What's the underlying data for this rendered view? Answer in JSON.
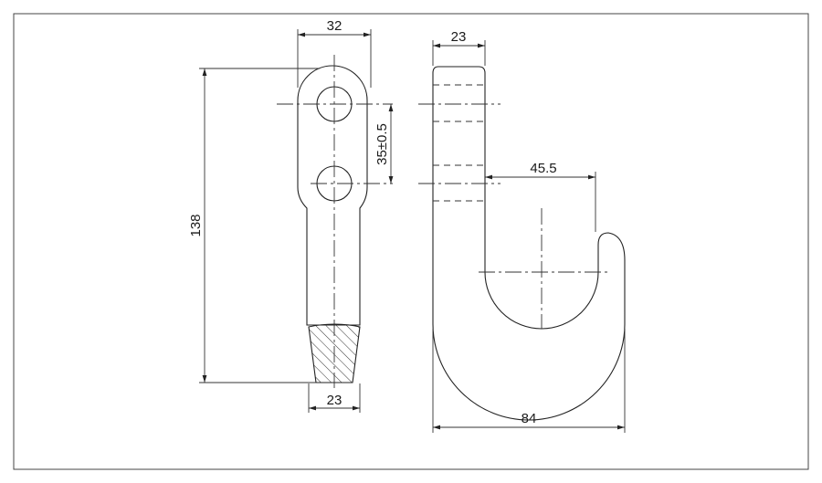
{
  "dimensions": {
    "top_width_front": "32",
    "bottom_width_front": "23",
    "overall_height": "138",
    "hole_spacing": "35±0.5",
    "top_width_side": "23",
    "throat_offset": "45.5",
    "overall_width": "84"
  }
}
